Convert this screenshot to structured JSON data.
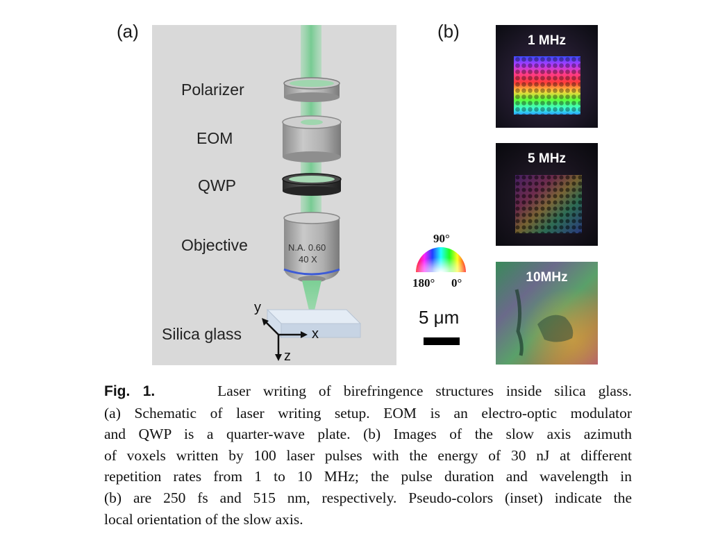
{
  "panel_a": {
    "letter": "(a)",
    "components": {
      "polarizer": "Polarizer",
      "eom": "EOM",
      "qwp": "QWP",
      "objective": "Objective",
      "sample": "Silica glass"
    },
    "objective_na": "N.A. 0.60",
    "objective_mag": "40 X",
    "axes": {
      "x": "x",
      "y": "y",
      "z": "z"
    }
  },
  "panel_b": {
    "letter": "(b)",
    "images": [
      {
        "label": "1 MHz"
      },
      {
        "label": "5 MHz"
      },
      {
        "label": "10MHz"
      }
    ],
    "inset": {
      "top": "90°",
      "left": "180°",
      "right": "0°"
    },
    "scale_bar": "5 μm"
  },
  "caption": {
    "label": "Fig. 1.",
    "lines": [
      "Laser writing of birefringence structures inside silica glass.",
      "(a) Schematic of laser writing setup. EOM is an electro-optic modulator",
      "and QWP is a quarter-wave plate. (b) Images of the slow axis azimuth",
      "of voxels written by 100 laser pulses with the energy of 30 nJ at different",
      "repetition rates from 1 to 10 MHz; the pulse duration and wavelength in",
      "(b) are 250 fs and 515 nm, respectively. Pseudo-colors (inset) indicate the",
      "local orientation of the slow axis."
    ]
  },
  "colors": {
    "panel_bg": "#d9d9d9",
    "beam": "#7fd29a",
    "objective_ring": "#3d5bd6"
  }
}
